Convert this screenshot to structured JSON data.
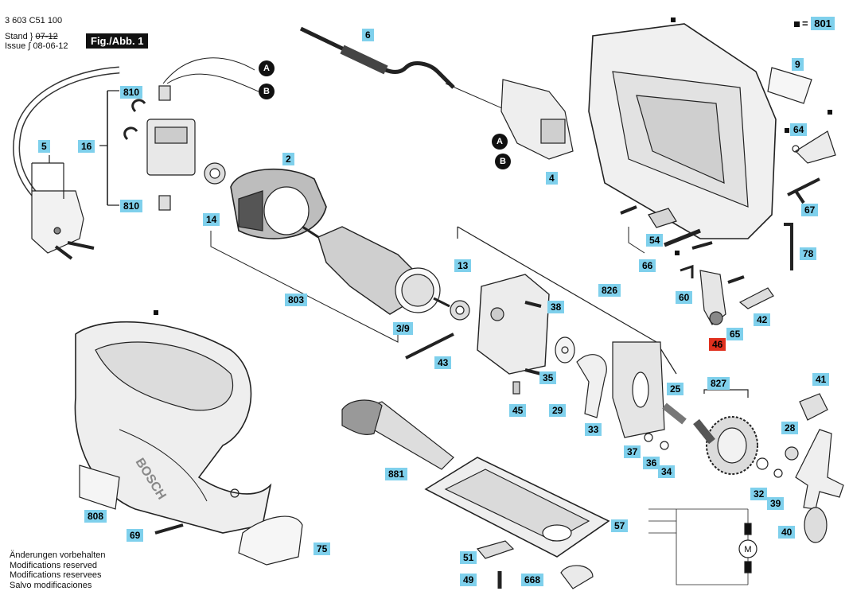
{
  "header": {
    "doc_number": "3 603 C51 100",
    "stand_label": "Stand",
    "stand_value": "07-12",
    "issue_label": "Issue",
    "issue_value": "08-06-12",
    "figure_title": "Fig./Abb. 1"
  },
  "legend": {
    "marker": "■",
    "equals": "=",
    "part": "801"
  },
  "connectors": {
    "a": "A",
    "b": "B"
  },
  "parts": [
    {
      "id": "p810a",
      "text": "810"
    },
    {
      "id": "p810b",
      "text": "810"
    },
    {
      "id": "p16",
      "text": "16"
    },
    {
      "id": "p5",
      "text": "5"
    },
    {
      "id": "p14",
      "text": "14"
    },
    {
      "id": "p2",
      "text": "2"
    },
    {
      "id": "p6",
      "text": "6"
    },
    {
      "id": "p4",
      "text": "4"
    },
    {
      "id": "p9",
      "text": "9"
    },
    {
      "id": "p64",
      "text": "64"
    },
    {
      "id": "p67",
      "text": "67"
    },
    {
      "id": "p54",
      "text": "54"
    },
    {
      "id": "p66",
      "text": "66"
    },
    {
      "id": "p78",
      "text": "78"
    },
    {
      "id": "p60",
      "text": "60"
    },
    {
      "id": "p65",
      "text": "65"
    },
    {
      "id": "p42",
      "text": "42"
    },
    {
      "id": "p46",
      "text": "46"
    },
    {
      "id": "p803",
      "text": "803"
    },
    {
      "id": "p39a",
      "text": "3/9"
    },
    {
      "id": "p13",
      "text": "13"
    },
    {
      "id": "p38",
      "text": "38"
    },
    {
      "id": "p826",
      "text": "826"
    },
    {
      "id": "p43",
      "text": "43"
    },
    {
      "id": "p35",
      "text": "35"
    },
    {
      "id": "p45",
      "text": "45"
    },
    {
      "id": "p29",
      "text": "29"
    },
    {
      "id": "p33",
      "text": "33"
    },
    {
      "id": "p25",
      "text": "25"
    },
    {
      "id": "p827",
      "text": "827"
    },
    {
      "id": "p41",
      "text": "41"
    },
    {
      "id": "p28",
      "text": "28"
    },
    {
      "id": "p37",
      "text": "37"
    },
    {
      "id": "p36",
      "text": "36"
    },
    {
      "id": "p34",
      "text": "34"
    },
    {
      "id": "p32",
      "text": "32"
    },
    {
      "id": "p39",
      "text": "39"
    },
    {
      "id": "p40",
      "text": "40"
    },
    {
      "id": "p881",
      "text": "881"
    },
    {
      "id": "p57",
      "text": "57"
    },
    {
      "id": "p808",
      "text": "808"
    },
    {
      "id": "p69",
      "text": "69"
    },
    {
      "id": "p75",
      "text": "75"
    },
    {
      "id": "p51",
      "text": "51"
    },
    {
      "id": "p49",
      "text": "49"
    },
    {
      "id": "p668",
      "text": "668"
    }
  ],
  "footer": [
    "Änderungen vorbehalten",
    "Modifications reserved",
    "Modifications reservees",
    "Salvo modificaciones"
  ],
  "brand_mark": "BOSCH",
  "motor_symbol": "M"
}
